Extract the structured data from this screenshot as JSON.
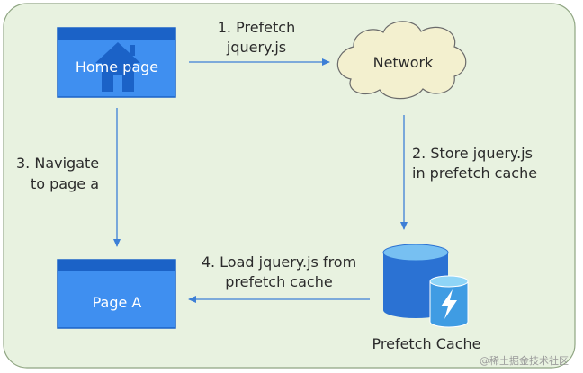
{
  "nodes": {
    "home": {
      "label": "Home page"
    },
    "network": {
      "label": "Network"
    },
    "page_a": {
      "label": "Page A"
    },
    "cache": {
      "label": "Prefetch Cache"
    }
  },
  "edges": {
    "prefetch": {
      "line1": "1. Prefetch",
      "line2": "jquery.js"
    },
    "store": {
      "line1": "2. Store jquery.js",
      "line2": "in prefetch cache"
    },
    "navigate": {
      "line1": "3. Navigate",
      "line2": "to page a"
    },
    "load": {
      "line1": "4. Load jquery.js from",
      "line2": "prefetch cache"
    }
  },
  "watermark": "@稀土掘金技术社区",
  "icons": {
    "home": "house-icon",
    "cache": "database-bolt-icon"
  },
  "colors": {
    "background": "#e8f2e0",
    "border": "#8fa582",
    "node_fill": "#3f8ff0",
    "node_header": "#1b62c7",
    "arrow": "#3d7fd6",
    "cloud_fill": "#f3f0cf",
    "cloud_stroke": "#6b6b6b",
    "db_fill": "#2b72d3",
    "db_top": "#77c0f2",
    "db2_fill": "#3f9ce3",
    "db2_top": "#8fd5f7",
    "bolt": "#ffffff"
  }
}
